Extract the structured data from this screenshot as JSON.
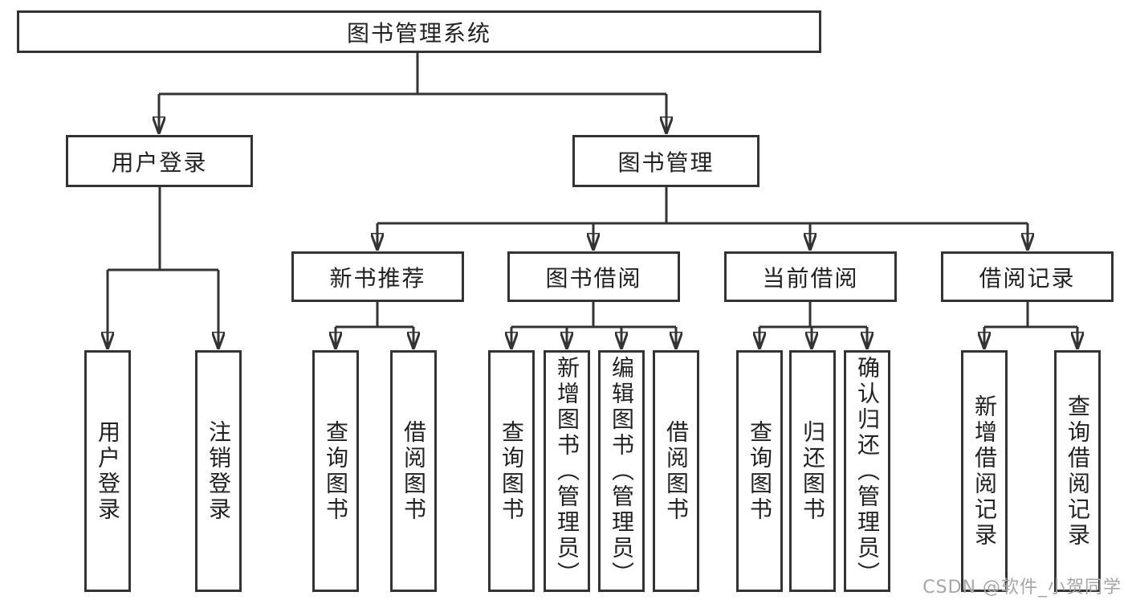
{
  "diagram": {
    "root": "图书管理系统",
    "user_login": "用户登录",
    "book_management": "图书管理",
    "user_login_children": [
      "用户登录",
      "注销登录"
    ],
    "management_children": [
      "新书推荐",
      "图书借阅",
      "当前借阅",
      "借阅记录"
    ],
    "new_book_children": [
      "查询图书",
      "借阅图书"
    ],
    "borrow_children": [
      "查询图书",
      "新增图书（管理员）",
      "编辑图书（管理员）",
      "借阅图书"
    ],
    "current_children": [
      "查询图书",
      "归还图书",
      "确认归还（管理员）"
    ],
    "record_children": [
      "新增借阅记录",
      "查询借阅记录"
    ]
  },
  "watermark": "CSDN @软件_小贺同学",
  "colors": {
    "line": "#333333",
    "text": "#212121",
    "watermark": "#a6a6a6",
    "background": "#ffffff"
  }
}
